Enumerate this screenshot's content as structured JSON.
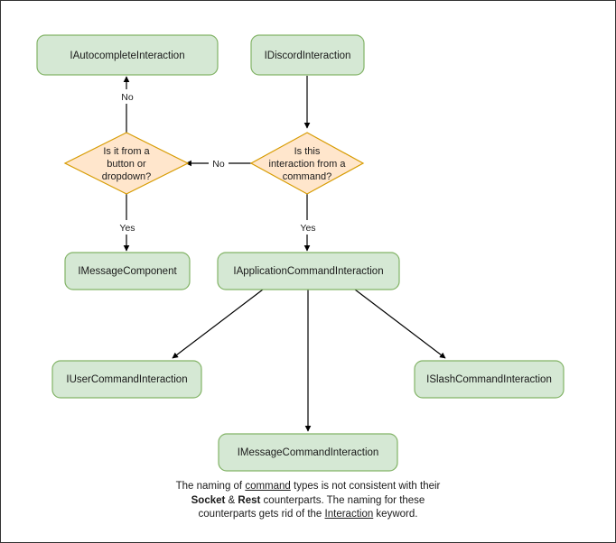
{
  "diagram": {
    "title": "Discord interaction type hierarchy flowchart",
    "colors": {
      "node_fill": "#d5e8d4",
      "node_stroke": "#82b366",
      "decision_fill": "#ffe6cc",
      "decision_stroke": "#d79b00",
      "edge": "#000000",
      "frame": "#333333",
      "background": "#ffffff"
    },
    "nodes": {
      "autocomplete": {
        "label": "IAutocompleteInteraction",
        "shape": "rounded-rect"
      },
      "discord": {
        "label": "IDiscordInteraction",
        "shape": "rounded-rect"
      },
      "decision_button": {
        "shape": "diamond",
        "line1": "Is it from a",
        "line2": "button or",
        "line3": "dropdown?"
      },
      "decision_command": {
        "shape": "diamond",
        "line1": "Is this",
        "line2": "interaction from a",
        "line3": "command?"
      },
      "message_component": {
        "label": "IMessageComponent",
        "shape": "rounded-rect"
      },
      "app_command": {
        "label": "IApplicationCommandInteraction",
        "shape": "rounded-rect"
      },
      "user_command": {
        "label": "IUserCommandInteraction",
        "shape": "rounded-rect"
      },
      "slash_command": {
        "label": "ISlashCommandInteraction",
        "shape": "rounded-rect"
      },
      "message_command": {
        "label": "IMessageCommandInteraction",
        "shape": "rounded-rect"
      }
    },
    "edges": {
      "discord_to_decision_command": {
        "label": ""
      },
      "decision_command_to_decision_button": {
        "label": "No"
      },
      "decision_button_to_autocomplete": {
        "label": "No"
      },
      "decision_button_to_message_component": {
        "label": "Yes"
      },
      "decision_command_to_app_command": {
        "label": "Yes"
      },
      "app_command_to_user": {
        "label": ""
      },
      "app_command_to_message": {
        "label": ""
      },
      "app_command_to_slash": {
        "label": ""
      }
    },
    "caption": {
      "line1_part1": "The naming of ",
      "line1_underlined": "command",
      "line1_part2": " types is not consistent with their",
      "line2_bold1": "Socket",
      "line2_amp": " & ",
      "line2_bold2": "Rest",
      "line2_rest": " counterparts. The naming for these",
      "line3_part1": "counterparts gets rid of the ",
      "line3_underlined": "Interaction",
      "line3_part2": " keyword."
    }
  }
}
